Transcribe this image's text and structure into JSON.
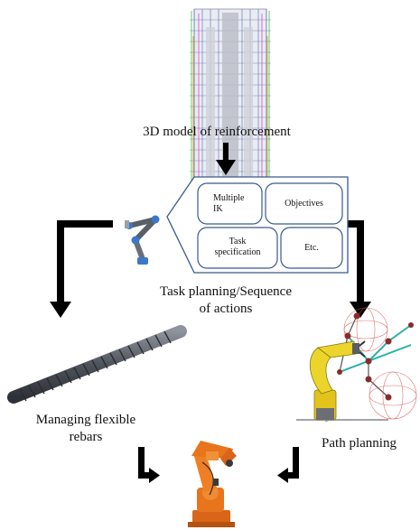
{
  "diagram": {
    "top_caption": "3D model of reinforcement",
    "center_caption_line1": "Task planning/Sequence",
    "center_caption_line2": "of actions",
    "left_caption_line1": "Managing flexible",
    "left_caption_line2": "rebars",
    "right_caption": "Path planning",
    "boxes": {
      "multiple_ik_line1": "Multiple",
      "multiple_ik_line2": "IK",
      "objectives": "Objectives",
      "task_spec_line1": "Task",
      "task_spec_line2": "specification",
      "etc": "Etc."
    }
  },
  "colors": {
    "arrow": "#000000",
    "box_border": "#3a5a8c",
    "robot_orange": "#e8741c",
    "robot_yellow": "#e8d42a",
    "rebar_gray": "#5c6068",
    "molecule_red": "#c0392b",
    "path_teal": "#2ab0a8"
  }
}
